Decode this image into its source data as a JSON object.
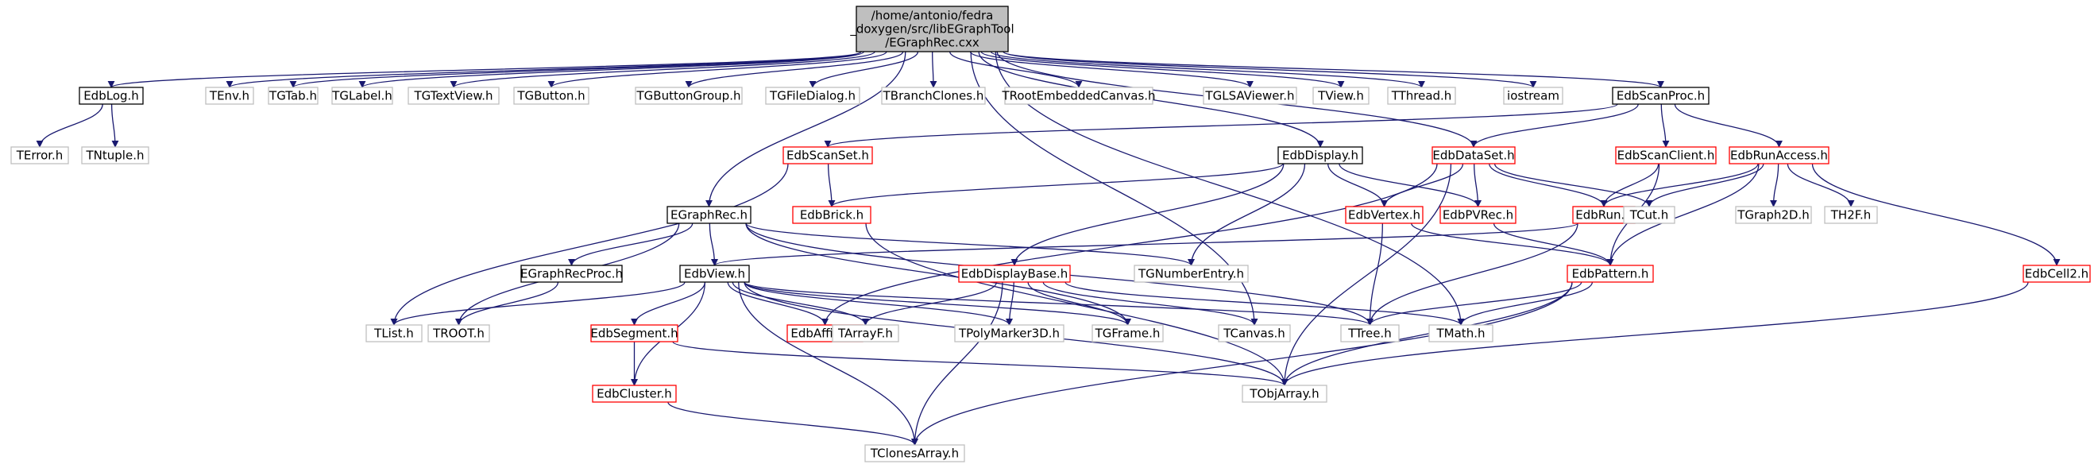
{
  "colors": {
    "root_fill": "#bfbfbf",
    "root_border": "#000000",
    "documented_border": "#000000",
    "incomplete_border": "#ff0000",
    "external_border": "#bfbfbf",
    "edge": "#191970"
  },
  "nodes": [
    {
      "id": "root",
      "lines": [
        "/home/antonio/fedra",
        "_doxygen/src/libEGraphTool",
        "/EGraphRec.cxx"
      ],
      "kind": "root"
    },
    {
      "id": "edblog",
      "lines": [
        "EdbLog.h"
      ],
      "kind": "documented"
    },
    {
      "id": "tenv",
      "lines": [
        "TEnv.h"
      ],
      "kind": "external"
    },
    {
      "id": "tgtab",
      "lines": [
        "TGTab.h"
      ],
      "kind": "external"
    },
    {
      "id": "tglabel",
      "lines": [
        "TGLabel.h"
      ],
      "kind": "external"
    },
    {
      "id": "tgtextview",
      "lines": [
        "TGTextView.h"
      ],
      "kind": "external"
    },
    {
      "id": "tgbutton",
      "lines": [
        "TGButton.h"
      ],
      "kind": "external"
    },
    {
      "id": "tgbuttongroup",
      "lines": [
        "TGButtonGroup.h"
      ],
      "kind": "external"
    },
    {
      "id": "tgfiledialog",
      "lines": [
        "TGFileDialog.h"
      ],
      "kind": "external"
    },
    {
      "id": "tbranchclones",
      "lines": [
        "TBranchClones.h"
      ],
      "kind": "external"
    },
    {
      "id": "trootembedded",
      "lines": [
        "TRootEmbeddedCanvas.h"
      ],
      "kind": "external"
    },
    {
      "id": "tglsaviewer",
      "lines": [
        "TGLSAViewer.h"
      ],
      "kind": "external"
    },
    {
      "id": "tview",
      "lines": [
        "TView.h"
      ],
      "kind": "external"
    },
    {
      "id": "tthread",
      "lines": [
        "TThread.h"
      ],
      "kind": "external"
    },
    {
      "id": "iostream",
      "lines": [
        "iostream"
      ],
      "kind": "external"
    },
    {
      "id": "edbscanproc",
      "lines": [
        "EdbScanProc.h"
      ],
      "kind": "documented"
    },
    {
      "id": "terror",
      "lines": [
        "TError.h"
      ],
      "kind": "external"
    },
    {
      "id": "tntuple",
      "lines": [
        "TNtuple.h"
      ],
      "kind": "external"
    },
    {
      "id": "edbscanset",
      "lines": [
        "EdbScanSet.h"
      ],
      "kind": "incomplete"
    },
    {
      "id": "edbdisplay",
      "lines": [
        "EdbDisplay.h"
      ],
      "kind": "documented"
    },
    {
      "id": "edbdataset",
      "lines": [
        "EdbDataSet.h"
      ],
      "kind": "incomplete"
    },
    {
      "id": "edbscanclient",
      "lines": [
        "EdbScanClient.h"
      ],
      "kind": "incomplete"
    },
    {
      "id": "edbrunaccess",
      "lines": [
        "EdbRunAccess.h"
      ],
      "kind": "incomplete"
    },
    {
      "id": "egraphrec",
      "lines": [
        "EGraphRec.h"
      ],
      "kind": "documented"
    },
    {
      "id": "edbbrick",
      "lines": [
        "EdbBrick.h"
      ],
      "kind": "incomplete"
    },
    {
      "id": "edbvertex",
      "lines": [
        "EdbVertex.h"
      ],
      "kind": "incomplete"
    },
    {
      "id": "edbpvrec",
      "lines": [
        "EdbPVRec.h"
      ],
      "kind": "incomplete"
    },
    {
      "id": "edbrun",
      "lines": [
        "EdbRun.h"
      ],
      "kind": "incomplete"
    },
    {
      "id": "tcut",
      "lines": [
        "TCut.h"
      ],
      "kind": "external"
    },
    {
      "id": "tgraph2d",
      "lines": [
        "TGraph2D.h"
      ],
      "kind": "external"
    },
    {
      "id": "th2f",
      "lines": [
        "TH2F.h"
      ],
      "kind": "external"
    },
    {
      "id": "egraphrecproc",
      "lines": [
        "EGraphRecProc.h"
      ],
      "kind": "documented"
    },
    {
      "id": "edbview",
      "lines": [
        "EdbView.h"
      ],
      "kind": "documented"
    },
    {
      "id": "edbdisplaybase",
      "lines": [
        "EdbDisplayBase.h"
      ],
      "kind": "incomplete"
    },
    {
      "id": "tgnumberentry",
      "lines": [
        "TGNumberEntry.h"
      ],
      "kind": "external"
    },
    {
      "id": "edbpattern",
      "lines": [
        "EdbPattern.h"
      ],
      "kind": "incomplete"
    },
    {
      "id": "edbcell2",
      "lines": [
        "EdbCell2.h"
      ],
      "kind": "incomplete"
    },
    {
      "id": "tlist",
      "lines": [
        "TList.h"
      ],
      "kind": "external"
    },
    {
      "id": "troot",
      "lines": [
        "TROOT.h"
      ],
      "kind": "external"
    },
    {
      "id": "edbsegment",
      "lines": [
        "EdbSegment.h"
      ],
      "kind": "incomplete"
    },
    {
      "id": "edbaffine",
      "lines": [
        "EdbAffine.h"
      ],
      "kind": "incomplete"
    },
    {
      "id": "tarrayf",
      "lines": [
        "TArrayF.h"
      ],
      "kind": "external"
    },
    {
      "id": "tpolymarker3d",
      "lines": [
        "TPolyMarker3D.h"
      ],
      "kind": "external"
    },
    {
      "id": "tgframe",
      "lines": [
        "TGFrame.h"
      ],
      "kind": "external"
    },
    {
      "id": "tcanvas",
      "lines": [
        "TCanvas.h"
      ],
      "kind": "external"
    },
    {
      "id": "ttree",
      "lines": [
        "TTree.h"
      ],
      "kind": "external"
    },
    {
      "id": "tmath",
      "lines": [
        "TMath.h"
      ],
      "kind": "external"
    },
    {
      "id": "edbcluster",
      "lines": [
        "EdbCluster.h"
      ],
      "kind": "incomplete"
    },
    {
      "id": "tobjarray",
      "lines": [
        "TObjArray.h"
      ],
      "kind": "external"
    },
    {
      "id": "tclonesarray",
      "lines": [
        "TClonesArray.h"
      ],
      "kind": "external"
    }
  ],
  "edges": [
    [
      "root",
      "edblog"
    ],
    [
      "root",
      "tenv"
    ],
    [
      "root",
      "tgtab"
    ],
    [
      "root",
      "tglabel"
    ],
    [
      "root",
      "tgtextview"
    ],
    [
      "root",
      "tgbutton"
    ],
    [
      "root",
      "tgbuttongroup"
    ],
    [
      "root",
      "tgfiledialog"
    ],
    [
      "root",
      "tbranchclones"
    ],
    [
      "root",
      "trootembedded"
    ],
    [
      "root",
      "tglsaviewer"
    ],
    [
      "root",
      "tview"
    ],
    [
      "root",
      "tthread"
    ],
    [
      "root",
      "iostream"
    ],
    [
      "root",
      "edbscanproc"
    ],
    [
      "root",
      "egraphrec"
    ],
    [
      "root",
      "edbdisplay"
    ],
    [
      "root",
      "edbdataset"
    ],
    [
      "root",
      "tcanvas"
    ],
    [
      "root",
      "tmath"
    ],
    [
      "edblog",
      "terror"
    ],
    [
      "edblog",
      "tntuple"
    ],
    [
      "edbscanproc",
      "edbscanset"
    ],
    [
      "edbscanproc",
      "edbdataset"
    ],
    [
      "edbscanproc",
      "edbscanclient"
    ],
    [
      "edbscanproc",
      "edbrunaccess"
    ],
    [
      "edbscanset",
      "edbbrick"
    ],
    [
      "edbscanset",
      "tlist"
    ],
    [
      "edbdisplay",
      "edbbrick"
    ],
    [
      "edbdisplay",
      "edbvertex"
    ],
    [
      "edbdisplay",
      "edbpvrec"
    ],
    [
      "edbdisplay",
      "edbdisplaybase"
    ],
    [
      "edbdisplay",
      "tgnumberentry"
    ],
    [
      "edbdataset",
      "edbvertex"
    ],
    [
      "edbdataset",
      "edbpvrec"
    ],
    [
      "edbdataset",
      "edbrun"
    ],
    [
      "edbdataset",
      "tcut"
    ],
    [
      "edbdataset",
      "tobjarray"
    ],
    [
      "edbdataset",
      "edbaffine"
    ],
    [
      "edbscanclient",
      "edbrun"
    ],
    [
      "edbscanclient",
      "edbpattern"
    ],
    [
      "edbrunaccess",
      "edbrun"
    ],
    [
      "edbrunaccess",
      "tcut"
    ],
    [
      "edbrunaccess",
      "tgraph2d"
    ],
    [
      "edbrunaccess",
      "th2f"
    ],
    [
      "edbrunaccess",
      "edbpattern"
    ],
    [
      "edbrunaccess",
      "edbcell2"
    ],
    [
      "egraphrec",
      "egraphrecproc"
    ],
    [
      "egraphrec",
      "edbview"
    ],
    [
      "egraphrec",
      "troot"
    ],
    [
      "egraphrec",
      "tgnumberentry"
    ],
    [
      "egraphrec",
      "tgframe"
    ],
    [
      "egraphrec",
      "ttree"
    ],
    [
      "edbbrick",
      "tobjarray"
    ],
    [
      "edbvertex",
      "edbpattern"
    ],
    [
      "edbvertex",
      "ttree"
    ],
    [
      "edbpvrec",
      "edbpattern"
    ],
    [
      "edbrun",
      "edbview"
    ],
    [
      "edbrun",
      "ttree"
    ],
    [
      "egraphrecproc",
      "troot"
    ],
    [
      "edbview",
      "tlist"
    ],
    [
      "edbview",
      "edbsegment"
    ],
    [
      "edbview",
      "edbaffine"
    ],
    [
      "edbview",
      "tarrayf"
    ],
    [
      "edbview",
      "tpolymarker3d"
    ],
    [
      "edbview",
      "tgframe"
    ],
    [
      "edbview",
      "ttree"
    ],
    [
      "edbview",
      "edbcluster"
    ],
    [
      "edbview",
      "tobjarray"
    ],
    [
      "edbview",
      "tclonesarray"
    ],
    [
      "edbdisplaybase",
      "tarrayf"
    ],
    [
      "edbdisplaybase",
      "tpolymarker3d"
    ],
    [
      "edbdisplaybase",
      "tgframe"
    ],
    [
      "edbdisplaybase",
      "tcanvas"
    ],
    [
      "edbdisplaybase",
      "tmath"
    ],
    [
      "edbdisplaybase",
      "tclonesarray"
    ],
    [
      "edbpattern",
      "ttree"
    ],
    [
      "edbpattern",
      "tmath"
    ],
    [
      "edbpattern",
      "tobjarray"
    ],
    [
      "edbpattern",
      "tclonesarray"
    ],
    [
      "edbcell2",
      "tobjarray"
    ],
    [
      "edbsegment",
      "edbcluster"
    ],
    [
      "edbsegment",
      "tobjarray"
    ],
    [
      "edbcluster",
      "tclonesarray"
    ]
  ]
}
